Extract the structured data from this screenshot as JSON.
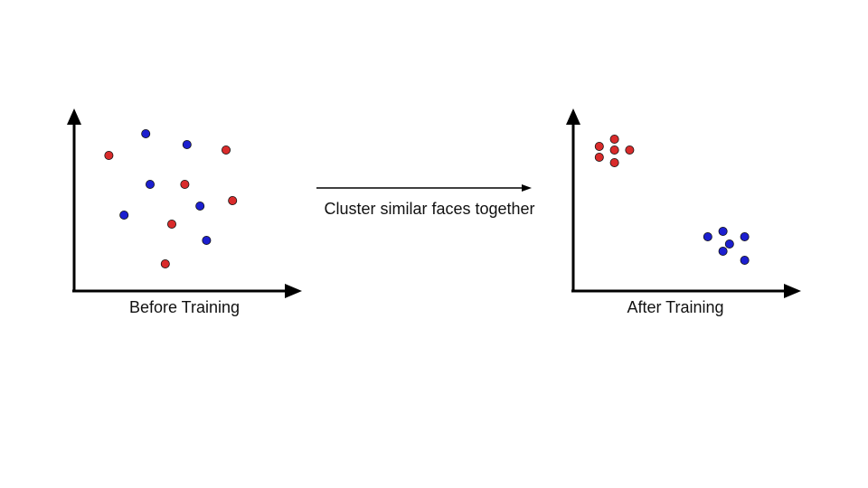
{
  "before": {
    "caption": "Before Training",
    "points": [
      {
        "c": "blue",
        "x": 0.33,
        "y": 0.87
      },
      {
        "c": "blue",
        "x": 0.52,
        "y": 0.81
      },
      {
        "c": "red",
        "x": 0.16,
        "y": 0.75
      },
      {
        "c": "red",
        "x": 0.7,
        "y": 0.78
      },
      {
        "c": "blue",
        "x": 0.35,
        "y": 0.59
      },
      {
        "c": "red",
        "x": 0.51,
        "y": 0.59
      },
      {
        "c": "red",
        "x": 0.73,
        "y": 0.5
      },
      {
        "c": "blue",
        "x": 0.23,
        "y": 0.42
      },
      {
        "c": "blue",
        "x": 0.58,
        "y": 0.47
      },
      {
        "c": "red",
        "x": 0.45,
        "y": 0.37
      },
      {
        "c": "blue",
        "x": 0.61,
        "y": 0.28
      },
      {
        "c": "red",
        "x": 0.42,
        "y": 0.15
      }
    ]
  },
  "after": {
    "caption": "After Training",
    "points": [
      {
        "c": "red",
        "x": 0.19,
        "y": 0.84
      },
      {
        "c": "red",
        "x": 0.12,
        "y": 0.8
      },
      {
        "c": "red",
        "x": 0.19,
        "y": 0.78
      },
      {
        "c": "red",
        "x": 0.26,
        "y": 0.78
      },
      {
        "c": "red",
        "x": 0.12,
        "y": 0.74
      },
      {
        "c": "red",
        "x": 0.19,
        "y": 0.71
      },
      {
        "c": "blue",
        "x": 0.69,
        "y": 0.33
      },
      {
        "c": "blue",
        "x": 0.62,
        "y": 0.3
      },
      {
        "c": "blue",
        "x": 0.79,
        "y": 0.3
      },
      {
        "c": "blue",
        "x": 0.72,
        "y": 0.26
      },
      {
        "c": "blue",
        "x": 0.69,
        "y": 0.22
      },
      {
        "c": "blue",
        "x": 0.79,
        "y": 0.17
      }
    ]
  },
  "transition": {
    "label": "Cluster similar faces together"
  },
  "colors": {
    "red": "#d92b2b",
    "blue": "#1c1fcf",
    "axis": "#000000",
    "dot_stroke": "#111111"
  }
}
